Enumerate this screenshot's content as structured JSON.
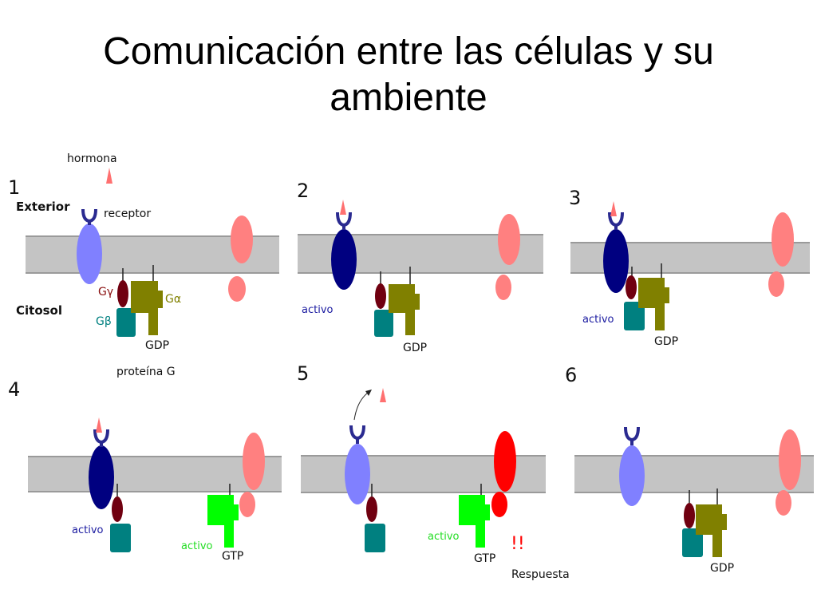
{
  "title": {
    "line1": "Comunicación entre las células y su",
    "line2": "ambiente"
  },
  "colors": {
    "membrane": "#c4c4c4",
    "receptor_inactive": "#8080ff",
    "receptor_active": "#000080",
    "ligand_hormone": "#ff7070",
    "effector": "#ff8080",
    "effector_active": "#ff0000",
    "g_gamma": "#700010",
    "g_beta": "#008080",
    "g_alpha_gdp": "#808000",
    "g_alpha_gtp": "#00ff00",
    "ligand_binding_site": "#2a2a90"
  },
  "panels": [
    {
      "number": "1",
      "labels": {
        "hormona": "hormona",
        "exterior": "Exterior",
        "receptor": "receptor",
        "citosol": "Citosol",
        "g_gamma": "Gγ",
        "g_beta": "Gβ",
        "g_alpha": "Gα",
        "gdp": "GDP",
        "protein_g": "proteína G"
      }
    },
    {
      "number": "2",
      "labels": {
        "activo": "activo",
        "gdp": "GDP"
      }
    },
    {
      "number": "3",
      "labels": {
        "activo": "activo",
        "gdp": "GDP"
      }
    },
    {
      "number": "4",
      "labels": {
        "activo": "activo",
        "activo_green": "activo",
        "gtp": "GTP"
      }
    },
    {
      "number": "5",
      "labels": {
        "activo_green": "activo",
        "gtp": "GTP",
        "alarm": "!!",
        "response": "Respuesta"
      }
    },
    {
      "number": "6",
      "labels": {
        "gdp": "GDP"
      }
    }
  ]
}
